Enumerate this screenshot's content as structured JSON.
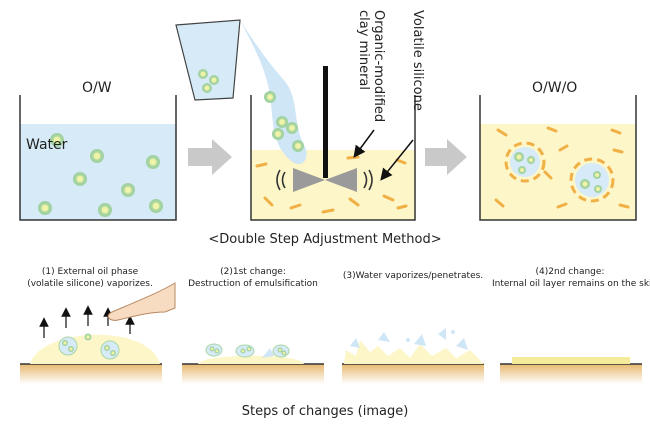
{
  "beakers": {
    "ow_label": "O/W",
    "water_label": "Water",
    "owo_label": "O/W/O"
  },
  "annotations": {
    "organic_clay_line1": "Organic-modified",
    "organic_clay_line2": "clay mineral",
    "volatile_silicone": "Volatile silicone"
  },
  "method_caption": "<Double Step Adjustment Method>",
  "steps": [
    {
      "line1": "(1) External oil phase",
      "line2": "(volatile silicone) vaporizes."
    },
    {
      "line1": "(2)1st change:",
      "line2": "Destruction of emulsification"
    },
    {
      "line1": "(3)Water vaporizes/penetrates.",
      "line2": ""
    },
    {
      "line1": "(4)2nd change:",
      "line2": "Internal oil layer remains on the skin."
    }
  ],
  "bottom_caption": "Steps of changes (image)",
  "colors": {
    "water_fill": "#d4e9f7",
    "oil_fill": "#fdf6c8",
    "droplet_ring": "#a8d5a0",
    "droplet_core": "#eef0a0",
    "clay_orange": "#f0b046",
    "arrow_gray": "#c8c8c8",
    "skin_top": "#e9c58a"
  }
}
